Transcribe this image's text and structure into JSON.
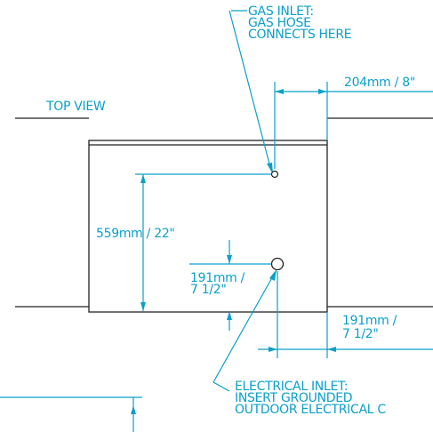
{
  "colors": {
    "dimension": "#0aa0c8",
    "outline": "#222222",
    "background": "#ffffff"
  },
  "view_label": "TOP VIEW",
  "gas_inlet": {
    "lines": [
      "GAS INLET:",
      "GAS HOSE",
      "CONNECTS HERE"
    ]
  },
  "dimensions": {
    "gas_offset": "204mm / 8\"",
    "depth": "559mm / 22\"",
    "electrical_vertical": {
      "line1": "191mm /",
      "line2": "7 1/2\""
    },
    "electrical_horizontal": {
      "line1": "191mm /",
      "line2": "7 1/2\""
    }
  },
  "electrical_inlet": {
    "lines": [
      "ELECTRICAL INLET:",
      "INSERT GROUNDED",
      "OUTDOOR ELECTRICAL C"
    ]
  }
}
